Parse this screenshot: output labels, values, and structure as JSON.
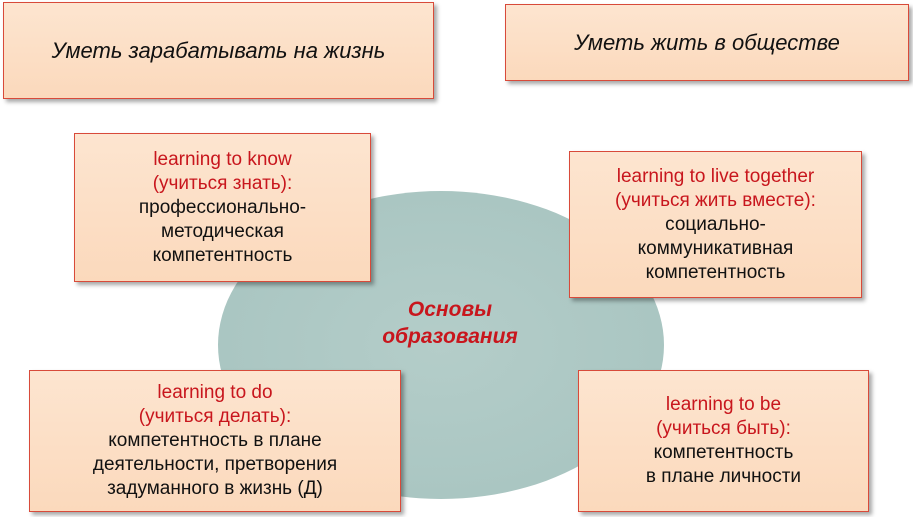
{
  "top_left": "Уметь зарабатывать на жизнь",
  "top_right": "Уметь жить в обществе",
  "center": [
    "Основы",
    "образования"
  ],
  "know": {
    "title": "learning to know",
    "sub": "(учиться знать):",
    "lines": [
      "профессионально-",
      "методическая",
      "компетентность"
    ]
  },
  "together": {
    "title": "learning to live together",
    "sub": "(учиться жить вместе):",
    "lines": [
      "социально-",
      "коммуникативная",
      "компетентность"
    ]
  },
  "do": {
    "title": "learning to do",
    "sub": "(учиться делать):",
    "lines": [
      "компетентность в плане",
      "деятельности, претворения",
      "задуманного в жизнь (Д)"
    ]
  },
  "be": {
    "title": "learning to be",
    "sub": "(учиться быть):",
    "lines": [
      "компетентность",
      "в плане личности"
    ]
  }
}
